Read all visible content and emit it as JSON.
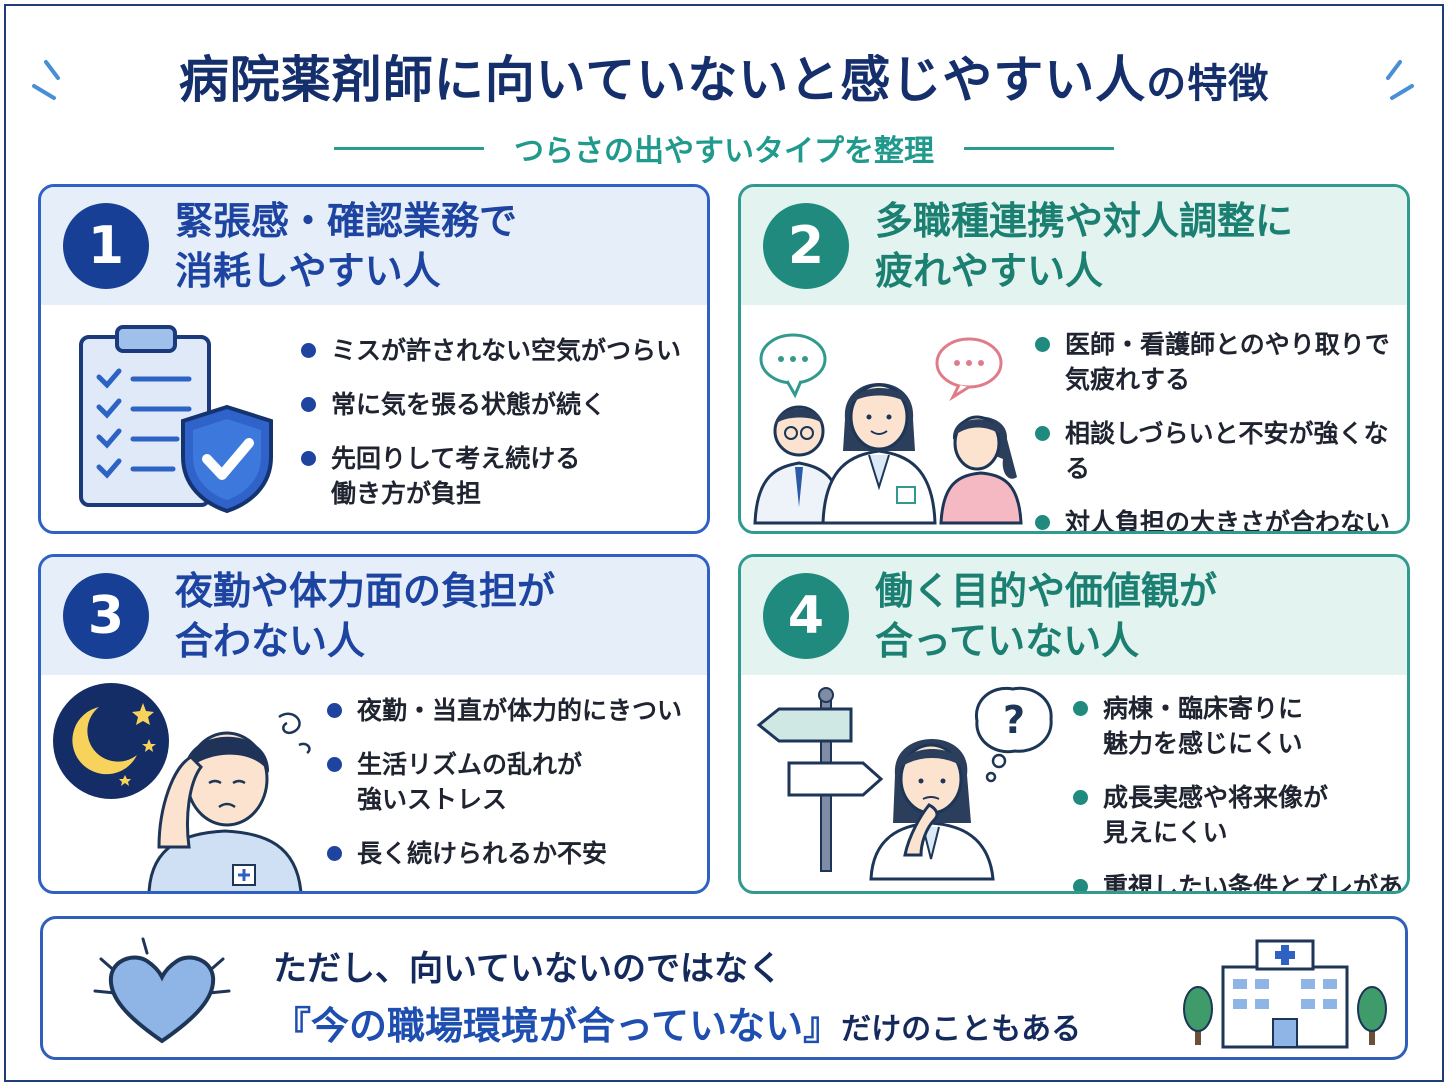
{
  "title": {
    "part1": "病院薬剤師に向いていないと感じやすい人",
    "part2": "の特徴"
  },
  "subtitle": "つらさの出やすいタイプを整理",
  "cards": [
    {
      "number": "1",
      "heading_line1": "緊張感・確認業務で",
      "heading_line2": "消耗しやすい人",
      "bullets": [
        {
          "line1": "ミスが許されない空気がつらい",
          "line2": ""
        },
        {
          "line1": "常に気を張る状態が続く",
          "line2": ""
        },
        {
          "line1": "先回りして考え続ける",
          "line2": "働き方が負担"
        }
      ],
      "icons": [
        "clipboard-checklist-icon",
        "shield-check-icon"
      ]
    },
    {
      "number": "2",
      "heading_line1": "多職種連携や対人調整に",
      "heading_line2": "疲れやすい人",
      "bullets": [
        {
          "line1": "医師・看護師とのやり取りで",
          "line2": "気疲れする"
        },
        {
          "line1": "相談しづらいと不安が強くなる",
          "line2": ""
        },
        {
          "line1": "対人負担の大きさが合わない",
          "line2": ""
        }
      ],
      "icons": [
        "doctor-icon",
        "pharmacist-icon",
        "nurse-icon",
        "speech-bubble-icon"
      ]
    },
    {
      "number": "3",
      "heading_line1": "夜勤や体力面の負担が",
      "heading_line2": "合わない人",
      "bullets": [
        {
          "line1": "夜勤・当直が体力的にきつい",
          "line2": ""
        },
        {
          "line1": "生活リズムの乱れが",
          "line2": "強いストレス"
        },
        {
          "line1": "長く続けられるか不安",
          "line2": ""
        }
      ],
      "icons": [
        "moon-stars-icon",
        "tired-person-icon"
      ]
    },
    {
      "number": "4",
      "heading_line1": "働く目的や価値観が",
      "heading_line2": "合っていない人",
      "bullets": [
        {
          "line1": "病棟・臨床寄りに",
          "line2": "魅力を感じにくい"
        },
        {
          "line1": "成長実感や将来像が",
          "line2": "見えにくい"
        },
        {
          "line1": "重視したい条件とズレがある",
          "line2": ""
        }
      ],
      "icons": [
        "signpost-icon",
        "thinking-person-icon",
        "question-bubble-icon"
      ]
    }
  ],
  "footer": {
    "line1": "ただし、向いていないのではなく",
    "emphasis": "『今の職場環境が合っていない』",
    "tail": "だけのこともある",
    "icons": [
      "heart-icon",
      "hospital-icon",
      "tree-icon"
    ]
  },
  "colors": {
    "navy": "#142f6b",
    "blue": "#2f61c2",
    "teal": "#2f9a8d"
  }
}
